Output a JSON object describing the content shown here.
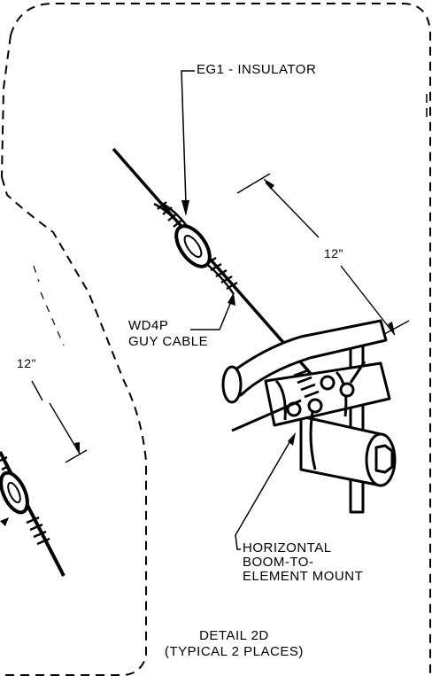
{
  "labels": {
    "insulator": "EG1 - INSULATOR",
    "dimension_upper": "12\"",
    "dimension_lower": "12\"",
    "guy_cable_line1": "WD4P",
    "guy_cable_line2": "GUY CABLE",
    "mount_line1": "HORIZONTAL",
    "mount_line2": "BOOM-TO-",
    "mount_line3": "ELEMENT MOUNT",
    "detail_line1": "DETAIL 2D",
    "detail_line2": "(TYPICAL 2 PLACES)"
  },
  "colors": {
    "ink": "#000000",
    "paper": "#ffffff"
  }
}
